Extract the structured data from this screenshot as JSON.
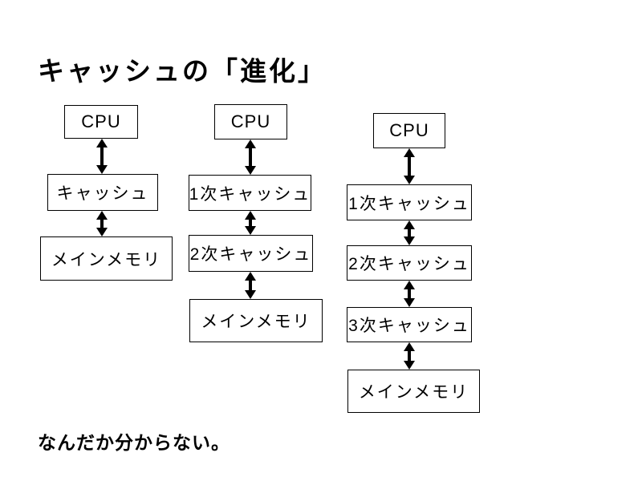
{
  "slide": {
    "title": "キャッシュの「進化」",
    "footer": "なんだか分からない。"
  },
  "diagram": {
    "connector": "vertical-double-headed-arrow",
    "line_color": "#000000",
    "box_background": "#ffffff",
    "columns": [
      {
        "name": "stage-1",
        "boxes": [
          {
            "label": "CPU"
          },
          {
            "label": "キャッシュ"
          },
          {
            "label": "メインメモリ"
          }
        ]
      },
      {
        "name": "stage-2",
        "boxes": [
          {
            "label": "CPU"
          },
          {
            "label": "1次キャッシュ"
          },
          {
            "label": "2次キャッシュ"
          },
          {
            "label": "メインメモリ"
          }
        ]
      },
      {
        "name": "stage-3",
        "boxes": [
          {
            "label": "CPU"
          },
          {
            "label": "1次キャッシュ"
          },
          {
            "label": "2次キャッシュ"
          },
          {
            "label": "3次キャッシュ"
          },
          {
            "label": "メインメモリ"
          }
        ]
      }
    ]
  }
}
